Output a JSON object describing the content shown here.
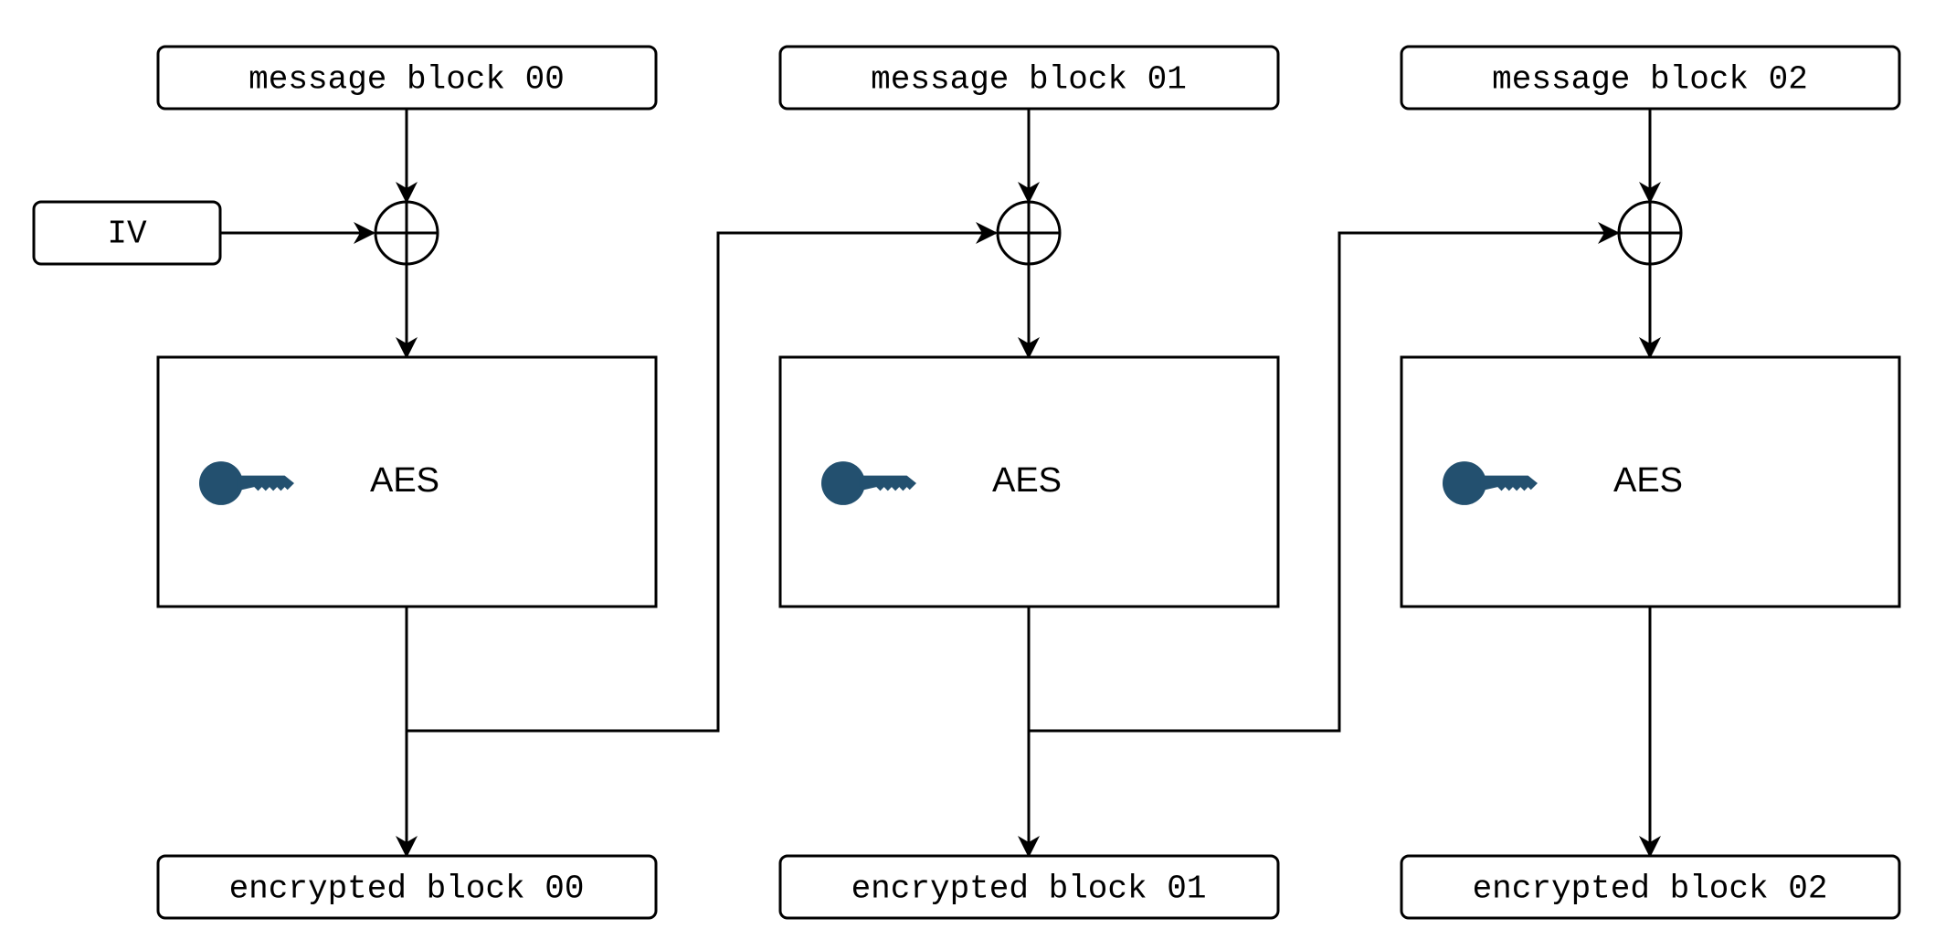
{
  "iv_label": "IV",
  "cipher_label": "AES",
  "key_color": "#23506f",
  "stages": [
    {
      "message": "message block 00",
      "encrypted": "encrypted block 00"
    },
    {
      "message": "message block 01",
      "encrypted": "encrypted block 01"
    },
    {
      "message": "message block 02",
      "encrypted": "encrypted block 02"
    }
  ]
}
